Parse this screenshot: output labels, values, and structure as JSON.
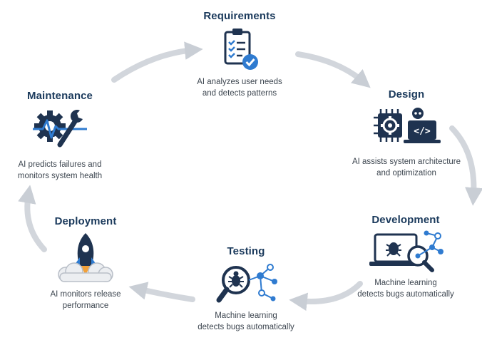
{
  "stages": {
    "requirements": {
      "title": "Requirements",
      "line1": "AI analyzes user needs",
      "line2": "and detects patterns",
      "icon": "clipboard-check-icon"
    },
    "design": {
      "title": "Design",
      "line1": "AI assists system architecture",
      "line2": "and optimization",
      "icon": "chip-code-robot-icon"
    },
    "development": {
      "title": "Development",
      "line1": "Machine learning",
      "line2": "detects bugs automatically",
      "icon": "laptop-bug-magnifier-icon"
    },
    "testing": {
      "title": "Testing",
      "line1": "Machine learning",
      "line2": "detects bugs automatically",
      "icon": "bug-magnifier-network-icon"
    },
    "deployment": {
      "title": "Deployment",
      "line1": "AI monitors release",
      "line2": "performance",
      "icon": "rocket-cloud-icon"
    },
    "maintenance": {
      "title": "Maintenance",
      "line1": "AI predicts failures and",
      "line2": "monitors system health",
      "icon": "gear-wrench-pulse-icon"
    }
  },
  "colors": {
    "title": "#1b3a5c",
    "icon_dark": "#1f3350",
    "icon_blue": "#2f7bd0",
    "arrow": "#c9ced5",
    "text": "#3d4650",
    "rocket_flame": "#f2a13a"
  }
}
